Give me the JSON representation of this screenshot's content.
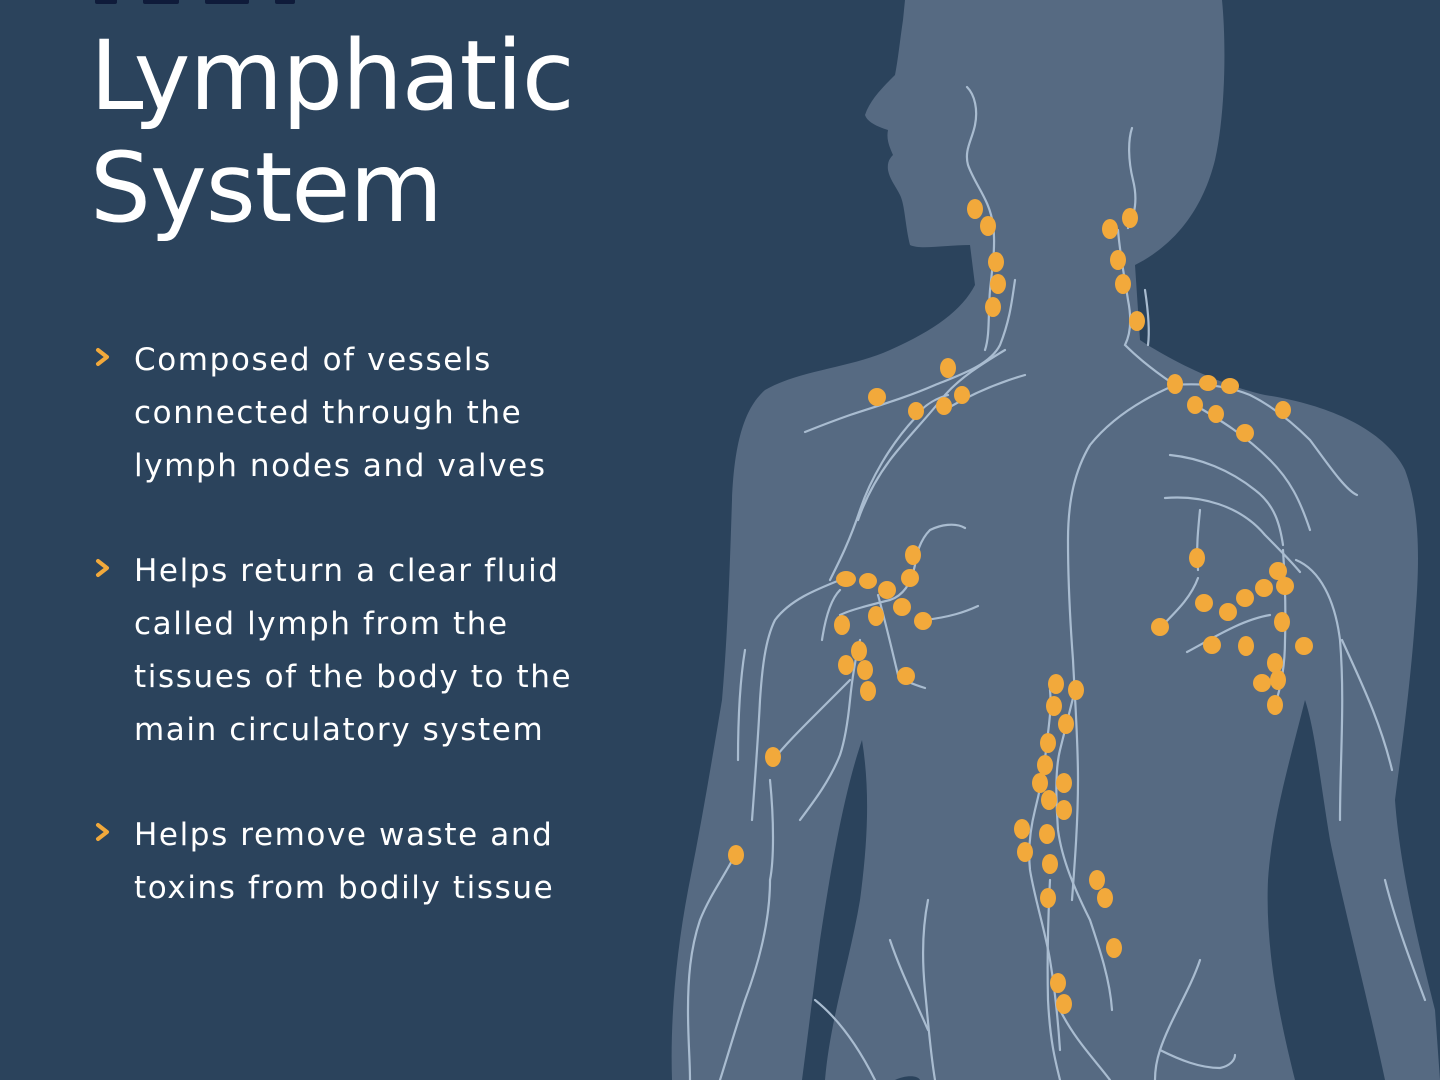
{
  "colors": {
    "background": "#2B435C",
    "body_silhouette": "#566A82",
    "lymph_node": "#F2A93B",
    "lymph_vessel": "#A9BCD0",
    "title_text": "#FFFFFF",
    "bullet_chevron": "#F2A93B"
  },
  "header": {
    "cut_off_label": "",
    "title_line_1": "Lymphatic",
    "title_line_2": "System"
  },
  "bullets": [
    {
      "icon": "chevron-right-icon",
      "text": "Composed of vessels\nconnected through the\nlymph nodes and valves"
    },
    {
      "icon": "chevron-right-icon",
      "text": "Helps return a clear fluid\ncalled lymph from the\ntissues of the body to the\nmain circulatory system"
    },
    {
      "icon": "chevron-right-icon",
      "text": "Helps remove waste and\ntoxins from bodily tissue"
    }
  ],
  "illustration": {
    "subject": "human-torso-silhouette-with-lymph-nodes",
    "node_groups": [
      "cervical-left",
      "cervical-right",
      "supraclavicular-left",
      "supraclavicular-right",
      "axillary-left",
      "axillary-right",
      "abdominal-central",
      "arm-left"
    ]
  }
}
